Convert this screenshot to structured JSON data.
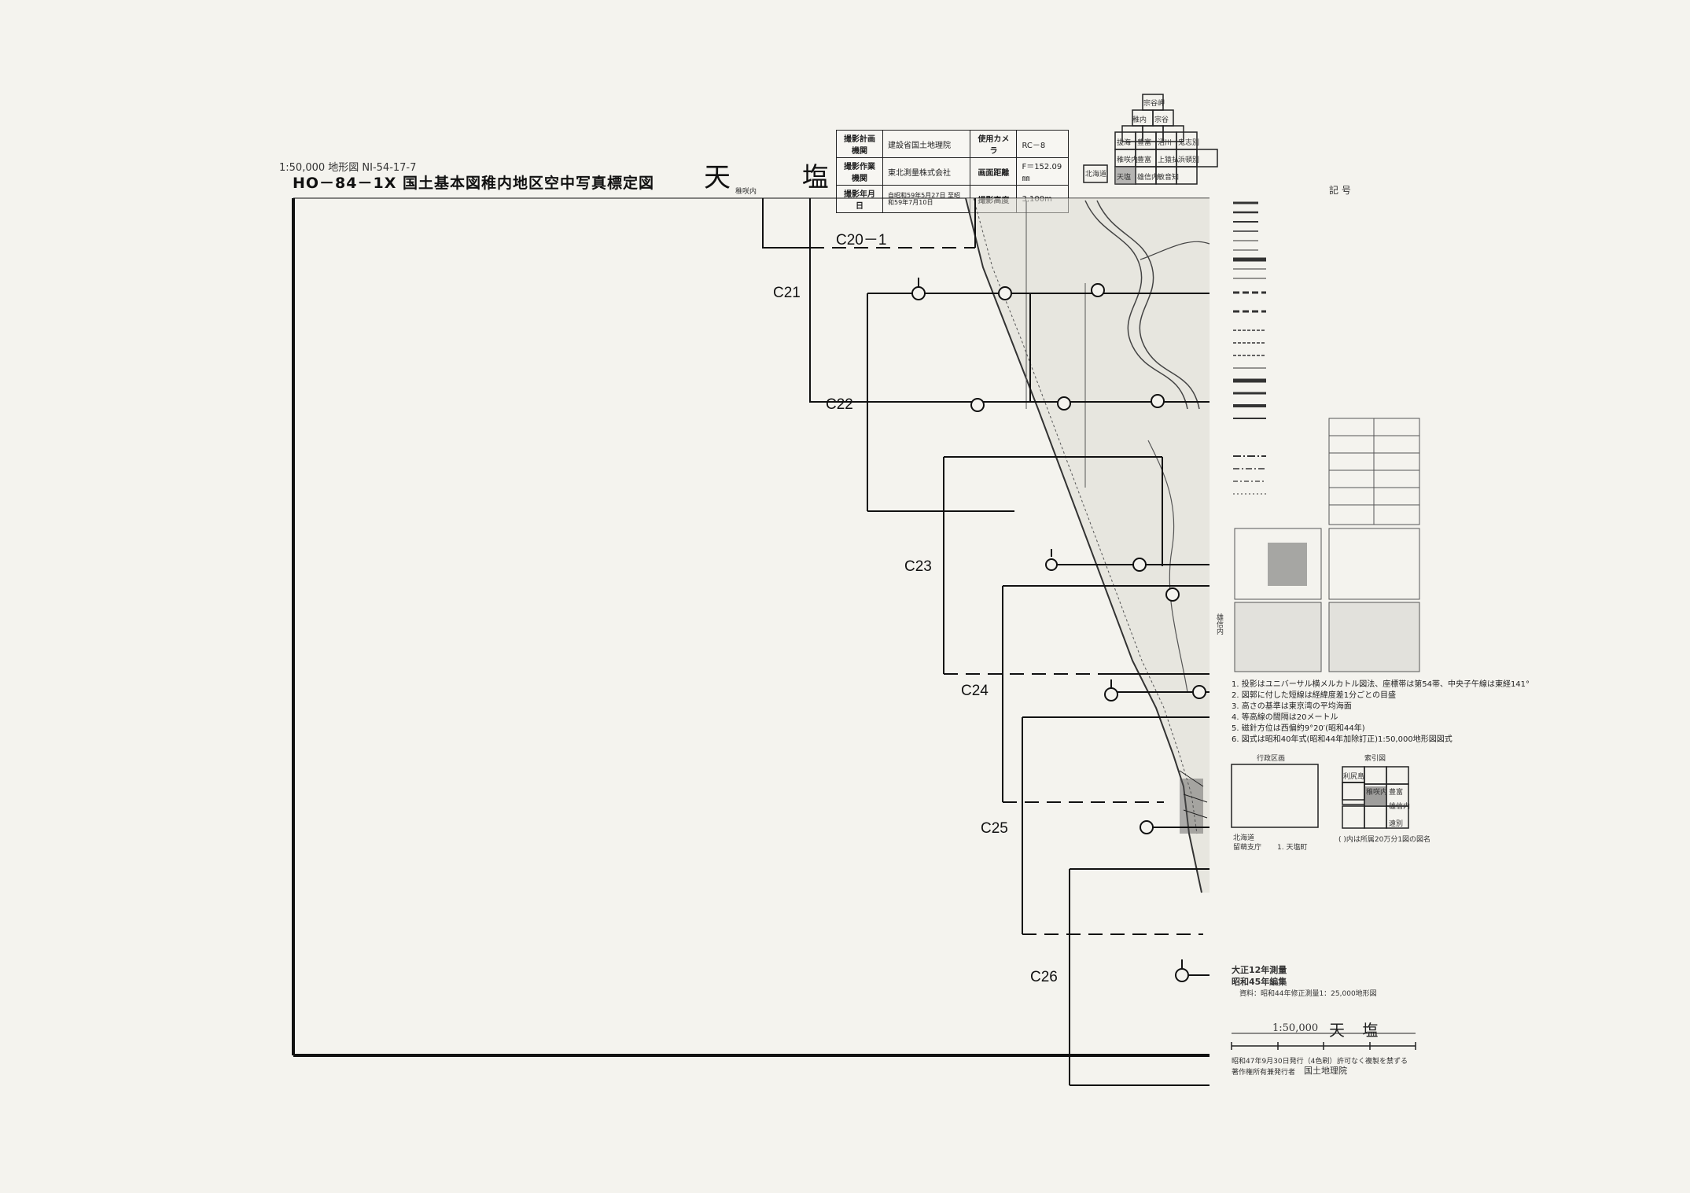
{
  "header": {
    "scale_line": "1:50,000 地形図   NI-54-17-7",
    "main_title": "HO－84－1X  国土基本図稚内地区空中写真標定図",
    "map_name": "天 塩",
    "neighbor_north": "稚咲内"
  },
  "photo_info": {
    "rows": [
      {
        "k1": "撮影計画機関",
        "v1": "建設省国土地理院",
        "k2": "使用カメラ",
        "v2": "RC－8"
      },
      {
        "k1": "撮影作業機関",
        "v1": "東北測量株式会社",
        "k2": "画面距離",
        "v2": "F＝152.09㎜"
      },
      {
        "k1": "撮影年月日",
        "v1": "自昭和59年5月27日 至昭和59年7月10日",
        "k2": "撮影高度",
        "v2": "3,100m"
      }
    ]
  },
  "index_labels": {
    "top": "宗谷岬",
    "r2": [
      "稚内",
      "宗谷"
    ],
    "r3": [
      "抜海",
      "豊富",
      "沼川",
      "鬼志別"
    ],
    "r4": [
      "稚咲内",
      "豊富",
      "上猿払",
      "浜頓別"
    ],
    "r5": [
      "天塩",
      "雄信内",
      "敏音知"
    ],
    "badge": "北海道"
  },
  "strips": [
    "C20－1",
    "C21",
    "C22",
    "C23",
    "C24",
    "C25",
    "C26"
  ],
  "legend": {
    "title": "記 号",
    "side_label": "雄信内"
  },
  "notes": [
    "1. 投影はユニバーサル横メルカトル図法、座標帯は第54帯、中央子午線は東経141°",
    "2. 図郭に付した短線は経緯度差1分ごとの目盛",
    "3. 高さの基準は東京湾の平均海面",
    "4. 等高線の間隔は20メートル",
    "5. 磁針方位は西偏約9°20′(昭和44年)",
    "6. 図式は昭和40年式(昭和44年加除訂正)1:50,000地形図図式"
  ],
  "admin_box": {
    "title": "行政区画",
    "line1": "北海道",
    "line2": "留萌支庁",
    "line3": "1. 天塩町"
  },
  "index_box": {
    "title": "索引図",
    "cells": [
      "利尻島",
      "稚咲内",
      "豊富",
      "雄信内",
      "遠別"
    ],
    "note": "( )内は所属20万分1図の図名"
  },
  "survey": {
    "line1": "大正12年測量",
    "line2": "昭和45年編集",
    "line3": "資料：昭和44年修正測量1：25,000地形図"
  },
  "bottom": {
    "scale": "1:50,000",
    "name": "天 塩",
    "issued": "昭和47年9月30日発行（4色刷）",
    "publisher_label": "著作権所有兼発行者",
    "publisher": "国土地理院",
    "permission": "許可なく複製を禁ずる"
  },
  "colors": {
    "ink": "#222222",
    "paper": "#f4f3ee",
    "legend_bg": "#d8d7d2"
  }
}
